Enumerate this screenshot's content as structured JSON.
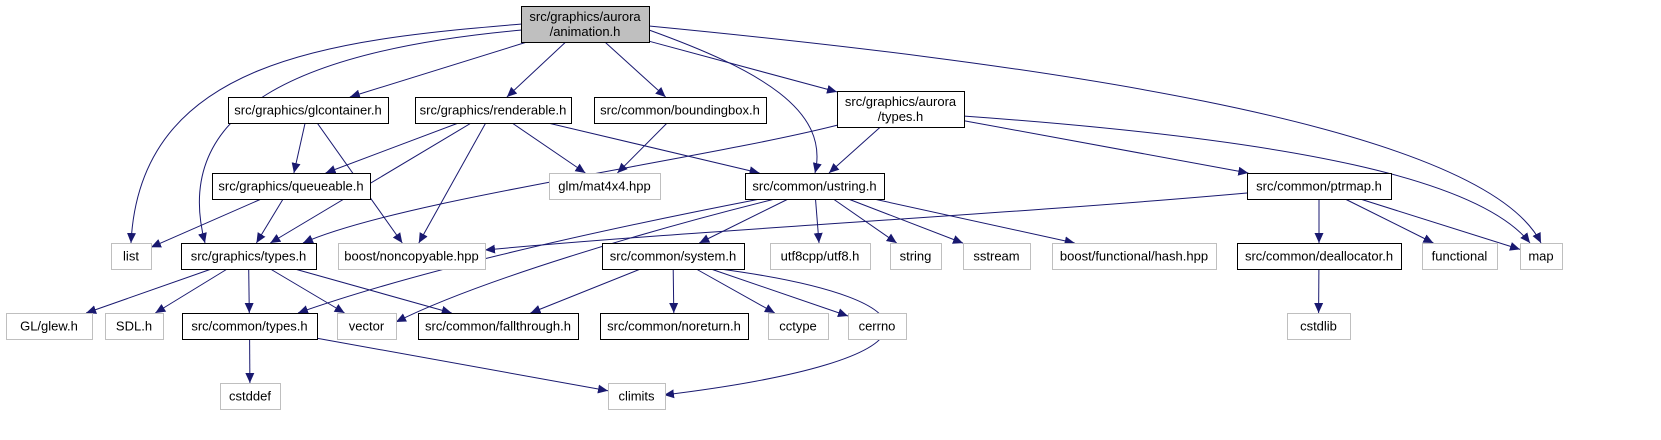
{
  "colors": {
    "edge": "#191970",
    "node_border_main": "#000000",
    "node_border_external": "#bfbfbf",
    "root_fill": "#bfbfbf",
    "node_fill": "#ffffff",
    "text": "#000000"
  },
  "nodes": {
    "root": {
      "lines": [
        "src/graphics/aurora",
        "/animation.h"
      ],
      "kind": "root"
    },
    "glcontainer": {
      "lines": [
        "src/graphics/glcontainer.h"
      ],
      "kind": "main"
    },
    "renderable": {
      "lines": [
        "src/graphics/renderable.h"
      ],
      "kind": "main"
    },
    "boundingbox": {
      "lines": [
        "src/common/boundingbox.h"
      ],
      "kind": "main"
    },
    "auroratypes": {
      "lines": [
        "src/graphics/aurora",
        "/types.h"
      ],
      "kind": "main"
    },
    "queueable": {
      "lines": [
        "src/graphics/queueable.h"
      ],
      "kind": "main"
    },
    "mat4x4": {
      "lines": [
        "glm/mat4x4.hpp"
      ],
      "kind": "external"
    },
    "ustring": {
      "lines": [
        "src/common/ustring.h"
      ],
      "kind": "main"
    },
    "ptrmap": {
      "lines": [
        "src/common/ptrmap.h"
      ],
      "kind": "main"
    },
    "list": {
      "lines": [
        "list"
      ],
      "kind": "external"
    },
    "gtypes": {
      "lines": [
        "src/graphics/types.h"
      ],
      "kind": "main"
    },
    "noncopyable": {
      "lines": [
        "boost/noncopyable.hpp"
      ],
      "kind": "external"
    },
    "system": {
      "lines": [
        "src/common/system.h"
      ],
      "kind": "main"
    },
    "utf8": {
      "lines": [
        "utf8cpp/utf8.h"
      ],
      "kind": "external"
    },
    "string": {
      "lines": [
        "string"
      ],
      "kind": "external"
    },
    "sstream": {
      "lines": [
        "sstream"
      ],
      "kind": "external"
    },
    "hash": {
      "lines": [
        "boost/functional/hash.hpp"
      ],
      "kind": "external"
    },
    "deallocator": {
      "lines": [
        "src/common/deallocator.h"
      ],
      "kind": "main"
    },
    "functional": {
      "lines": [
        "functional"
      ],
      "kind": "external"
    },
    "map": {
      "lines": [
        "map"
      ],
      "kind": "external"
    },
    "glew": {
      "lines": [
        "GL/glew.h"
      ],
      "kind": "external"
    },
    "sdl": {
      "lines": [
        "SDL.h"
      ],
      "kind": "external"
    },
    "ctypes": {
      "lines": [
        "src/common/types.h"
      ],
      "kind": "main"
    },
    "vector": {
      "lines": [
        "vector"
      ],
      "kind": "external"
    },
    "fallthrough": {
      "lines": [
        "src/common/fallthrough.h"
      ],
      "kind": "main"
    },
    "noreturn": {
      "lines": [
        "src/common/noreturn.h"
      ],
      "kind": "main"
    },
    "cctype": {
      "lines": [
        "cctype"
      ],
      "kind": "external"
    },
    "cerrno": {
      "lines": [
        "cerrno"
      ],
      "kind": "external"
    },
    "cstdlib": {
      "lines": [
        "cstdlib"
      ],
      "kind": "external"
    },
    "cstddef": {
      "lines": [
        "cstddef"
      ],
      "kind": "external"
    },
    "climits": {
      "lines": [
        "climits"
      ],
      "kind": "external"
    }
  },
  "edges": [
    [
      "root",
      "glcontainer"
    ],
    [
      "root",
      "renderable"
    ],
    [
      "root",
      "boundingbox"
    ],
    [
      "root",
      "auroratypes"
    ],
    [
      "root",
      "list"
    ],
    [
      "root",
      "gtypes"
    ],
    [
      "root",
      "ustring"
    ],
    [
      "root",
      "map"
    ],
    [
      "glcontainer",
      "queueable"
    ],
    [
      "glcontainer",
      "noncopyable"
    ],
    [
      "renderable",
      "queueable"
    ],
    [
      "renderable",
      "gtypes"
    ],
    [
      "renderable",
      "noncopyable"
    ],
    [
      "renderable",
      "mat4x4"
    ],
    [
      "renderable",
      "ustring"
    ],
    [
      "boundingbox",
      "mat4x4"
    ],
    [
      "auroratypes",
      "gtypes"
    ],
    [
      "auroratypes",
      "ustring"
    ],
    [
      "auroratypes",
      "ptrmap"
    ],
    [
      "auroratypes",
      "map"
    ],
    [
      "queueable",
      "list"
    ],
    [
      "queueable",
      "gtypes"
    ],
    [
      "ustring",
      "ctypes"
    ],
    [
      "ustring",
      "system"
    ],
    [
      "ustring",
      "utf8"
    ],
    [
      "ustring",
      "string"
    ],
    [
      "ustring",
      "sstream"
    ],
    [
      "ustring",
      "hash"
    ],
    [
      "ustring",
      "vector"
    ],
    [
      "ptrmap",
      "noncopyable"
    ],
    [
      "ptrmap",
      "deallocator"
    ],
    [
      "ptrmap",
      "functional"
    ],
    [
      "ptrmap",
      "map"
    ],
    [
      "gtypes",
      "glew"
    ],
    [
      "gtypes",
      "sdl"
    ],
    [
      "gtypes",
      "ctypes"
    ],
    [
      "gtypes",
      "vector"
    ],
    [
      "gtypes",
      "fallthrough"
    ],
    [
      "system",
      "fallthrough"
    ],
    [
      "system",
      "noreturn"
    ],
    [
      "system",
      "cctype"
    ],
    [
      "system",
      "cerrno"
    ],
    [
      "system",
      "climits"
    ],
    [
      "deallocator",
      "cstdlib"
    ],
    [
      "ctypes",
      "cstddef"
    ],
    [
      "ctypes",
      "climits"
    ]
  ]
}
